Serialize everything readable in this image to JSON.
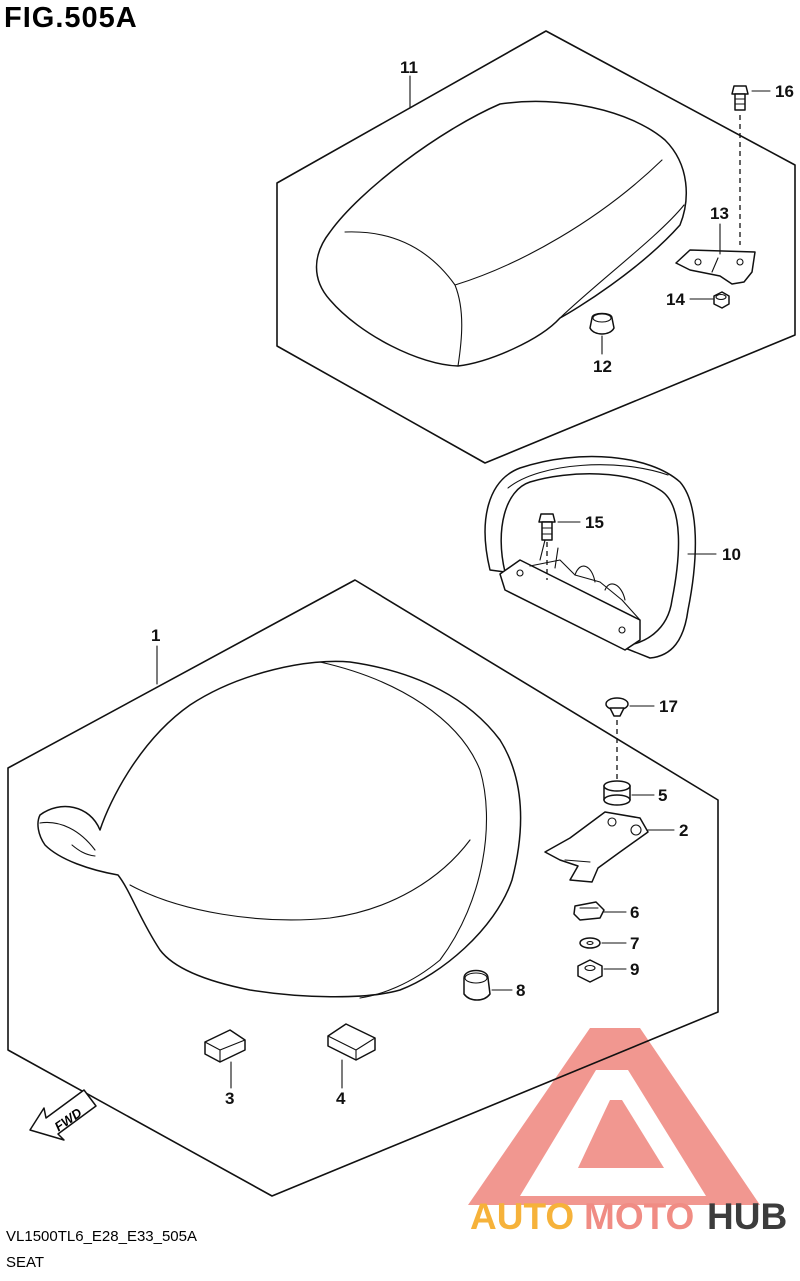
{
  "figure": {
    "title": "FIG.505A",
    "code": "VL1500TL6_E28_E33_505A",
    "caption": "SEAT"
  },
  "callouts": [
    {
      "id": "c1",
      "label": "1"
    },
    {
      "id": "c2",
      "label": "2"
    },
    {
      "id": "c3",
      "label": "3"
    },
    {
      "id": "c4",
      "label": "4"
    },
    {
      "id": "c5",
      "label": "5"
    },
    {
      "id": "c6",
      "label": "6"
    },
    {
      "id": "c7",
      "label": "7"
    },
    {
      "id": "c8",
      "label": "8"
    },
    {
      "id": "c9",
      "label": "9"
    },
    {
      "id": "c10",
      "label": "10"
    },
    {
      "id": "c11",
      "label": "11"
    },
    {
      "id": "c12",
      "label": "12"
    },
    {
      "id": "c13",
      "label": "13"
    },
    {
      "id": "c14",
      "label": "14"
    },
    {
      "id": "c15",
      "label": "15"
    },
    {
      "id": "c16",
      "label": "16"
    },
    {
      "id": "c17",
      "label": "17"
    }
  ],
  "fwd_arrow": {
    "label": "FWD"
  },
  "watermark": {
    "word1": "AUTO",
    "word2": "MOTO",
    "word3": "HUB",
    "color_logo": "#f08c84",
    "color_auto": "#f6b23a",
    "color_moto": "#f08c84",
    "color_hub": "#3c3c3c"
  }
}
